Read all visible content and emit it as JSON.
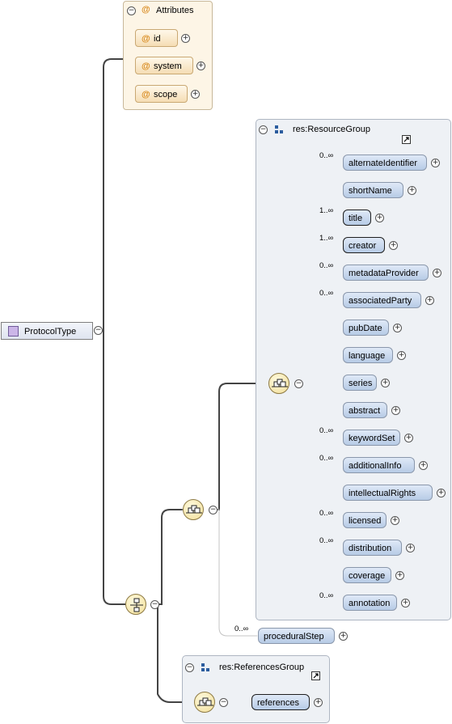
{
  "root": {
    "label": "ProtocolType"
  },
  "attributes": {
    "title": "Attributes",
    "items": [
      "id",
      "system",
      "scope"
    ]
  },
  "resource_group": {
    "title": "res:ResourceGroup",
    "elements": [
      {
        "label": "alternateIdentifier",
        "card": "0..∞",
        "required": false
      },
      {
        "label": "shortName",
        "card": "",
        "required": false
      },
      {
        "label": "title",
        "card": "1..∞",
        "required": true
      },
      {
        "label": "creator",
        "card": "1..∞",
        "required": true
      },
      {
        "label": "metadataProvider",
        "card": "0..∞",
        "required": false
      },
      {
        "label": "associatedParty",
        "card": "0..∞",
        "required": false
      },
      {
        "label": "pubDate",
        "card": "",
        "required": false
      },
      {
        "label": "language",
        "card": "",
        "required": false
      },
      {
        "label": "series",
        "card": "",
        "required": false
      },
      {
        "label": "abstract",
        "card": "",
        "required": false
      },
      {
        "label": "keywordSet",
        "card": "0..∞",
        "required": false
      },
      {
        "label": "additionalInfo",
        "card": "0..∞",
        "required": false
      },
      {
        "label": "intellectualRights",
        "card": "",
        "required": false
      },
      {
        "label": "licensed",
        "card": "0..∞",
        "required": false
      },
      {
        "label": "distribution",
        "card": "0..∞",
        "required": false
      },
      {
        "label": "coverage",
        "card": "",
        "required": false
      },
      {
        "label": "annotation",
        "card": "0..∞",
        "required": false
      }
    ]
  },
  "procedural_step": {
    "label": "proceduralStep",
    "card": "0..∞"
  },
  "references_group": {
    "title": "res:ReferencesGroup",
    "element": {
      "label": "references"
    }
  },
  "colors": {
    "connector_required": "#444444",
    "connector_optional": "#c4c4c4",
    "element_fill": "#c9d9ee",
    "attribute_accent": "#d98a1e"
  }
}
